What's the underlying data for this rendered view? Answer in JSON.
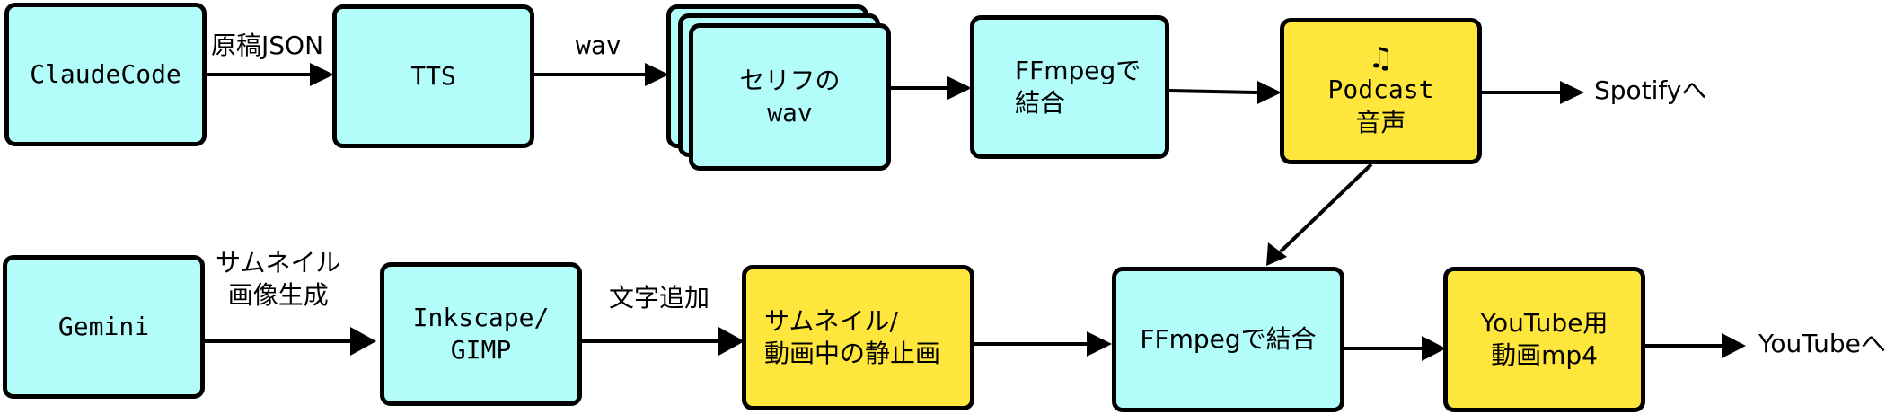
{
  "row1": {
    "claude_code": "ClaudeCode",
    "edge_genko_json": "原稿JSON",
    "tts": "TTS",
    "edge_wav": "wav",
    "serif_wav_line1": "セリフの",
    "serif_wav_line2": "wav",
    "ffmpeg_concat_line1": "FFmpegで",
    "ffmpeg_concat_line2": "結合",
    "podcast_note": "♫",
    "podcast_line1": "Podcast",
    "podcast_line2": "音声",
    "spotify": "Spotifyへ"
  },
  "row2": {
    "gemini": "Gemini",
    "edge_thumb_line1": "サムネイル",
    "edge_thumb_line2": "画像生成",
    "inkscape_line1": "Inkscape/",
    "inkscape_line2": "GIMP",
    "edge_add_text": "文字追加",
    "thumb_still_line1": "サムネイル/",
    "thumb_still_line2": "動画中の静止画",
    "ffmpeg_concat": "FFmpegで結合",
    "youtube_mp4_line1": "YouTube用",
    "youtube_mp4_line2": "動画mp4",
    "youtube": "YouTubeへ"
  },
  "colors": {
    "process": "#b2fcfa",
    "output": "#ffe63d",
    "stroke": "#000000"
  }
}
